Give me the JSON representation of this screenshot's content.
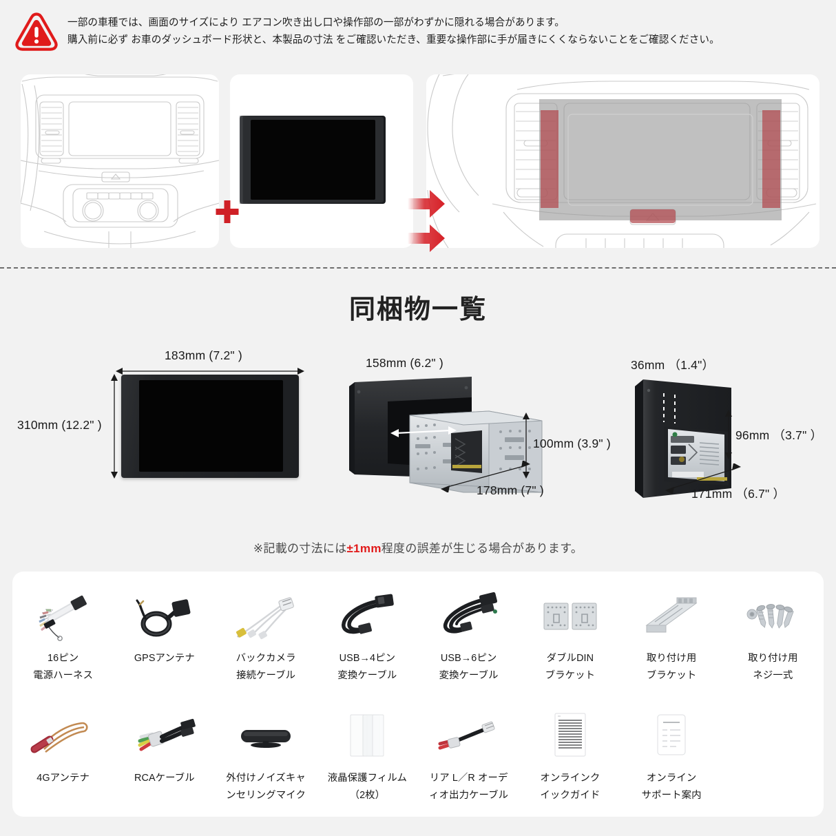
{
  "warning": {
    "icon": "warning-triangle-icon",
    "line1": "一部の車種では、画面のサイズにより エアコン吹き出し口や操作部の一部がわずかに隠れる場合があります。",
    "line2": "購入前に必ず お車のダッシュボード形状と、本製品の寸法 をご確認いただき、重要な操作部に手が届きにくくならないことをご確認ください。",
    "icon_color": "#e01b1b"
  },
  "illustration": {
    "panel_left_name": "car-dashboard-before-illustration",
    "panel_mid_name": "head-unit-product-photo",
    "panel_right_name": "car-dashboard-after-illustration",
    "plus_symbol": "+",
    "plus_color": "#cf2026",
    "arrow_color": "#d62027",
    "highlight_color": "#b25b5f"
  },
  "section": {
    "title": "同梱物一覧"
  },
  "dimensions": {
    "front": {
      "name": "front-view-diagram",
      "width_label": "183mm (7.2\" )",
      "height_label": "310mm (12.2\" )"
    },
    "iso": {
      "name": "iso-view-diagram",
      "top_label": "158mm (6.2\" )",
      "right_label": "100mm (3.9\" )",
      "bottom_label": "178mm (7\" )"
    },
    "rear": {
      "name": "rear-view-diagram",
      "top_label": "36mm （1.4\"）",
      "right_label": "96mm （3.7\" ）",
      "bottom_label": "171mm （6.7\" ）"
    }
  },
  "note": {
    "prefix": "※記載の寸法には",
    "emphasis": "±1mm",
    "suffix": "程度の誤差が生じる場合があります。"
  },
  "accessories": {
    "row1": [
      {
        "icon": "wire-harness-icon",
        "line1": "16ピン",
        "line2": "電源ハーネス"
      },
      {
        "icon": "gps-antenna-icon",
        "line1": "GPSアンテナ",
        "line2": ""
      },
      {
        "icon": "backup-camera-cable-icon",
        "line1": "バックカメラ",
        "line2": "接続ケーブル"
      },
      {
        "icon": "usb-4pin-cable-icon",
        "line1": "USB→4ピン",
        "line2": "変換ケーブル"
      },
      {
        "icon": "usb-6pin-cable-icon",
        "line1": "USB→6ピン",
        "line2": "変換ケーブル"
      },
      {
        "icon": "double-din-bracket-icon",
        "line1": "ダブルDIN",
        "line2": "ブラケット"
      },
      {
        "icon": "mounting-bracket-icon",
        "line1": "取り付け用",
        "line2": "ブラケット"
      },
      {
        "icon": "mounting-screws-icon",
        "line1": "取り付け用",
        "line2": "ネジ一式"
      }
    ],
    "row2": [
      {
        "icon": "4g-antenna-icon",
        "line1": "4Gアンテナ",
        "line2": ""
      },
      {
        "icon": "rca-cable-icon",
        "line1": "RCAケーブル",
        "line2": ""
      },
      {
        "icon": "external-microphone-icon",
        "line1": "外付けノイズキャ",
        "line2": "ンセリングマイク"
      },
      {
        "icon": "screen-protector-icon",
        "line1": "液晶保護フィルム",
        "line2": "（2枚）"
      },
      {
        "icon": "rear-audio-cable-icon",
        "line1": "リア L／R オーデ",
        "line2": "ィオ出力ケーブル"
      },
      {
        "icon": "quick-guide-icon",
        "line1": "オンラインク",
        "line2": "イックガイド"
      },
      {
        "icon": "support-info-icon",
        "line1": "オンライン",
        "line2": "サポート案内"
      }
    ]
  }
}
